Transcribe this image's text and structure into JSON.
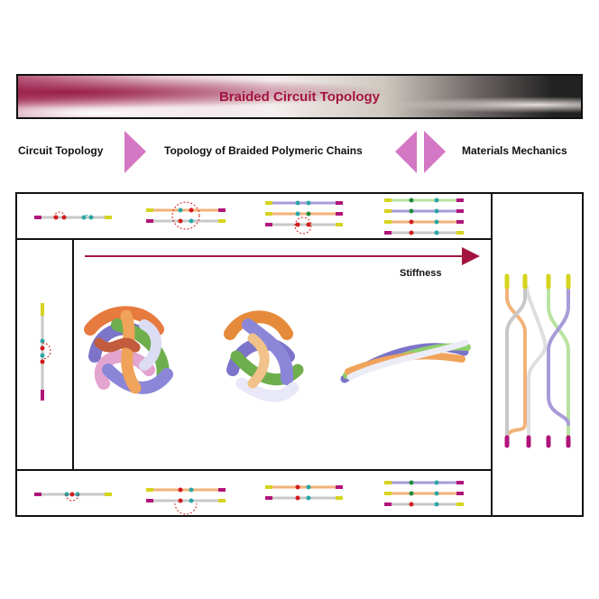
{
  "banner": {
    "title": "Braided Circuit Topology"
  },
  "flow": {
    "left_label": "Circuit Topology",
    "middle_label": "Topology of Braided Polymeric Chains",
    "right_label": "Materials Mechanics"
  },
  "panel": {
    "arrow_label": "Stiffness"
  },
  "colors": {
    "magenta": "#b0147a",
    "yellow": "#d6d41e",
    "orange": "#f2b27a",
    "purple": "#a99bd8",
    "green": "#b8e3a0",
    "gray": "#c8c8c8",
    "red_contact": "#d21b1b",
    "teal_contact": "#2aa6a6",
    "arrow": "#a3153f",
    "triangle": "#d477c4"
  }
}
